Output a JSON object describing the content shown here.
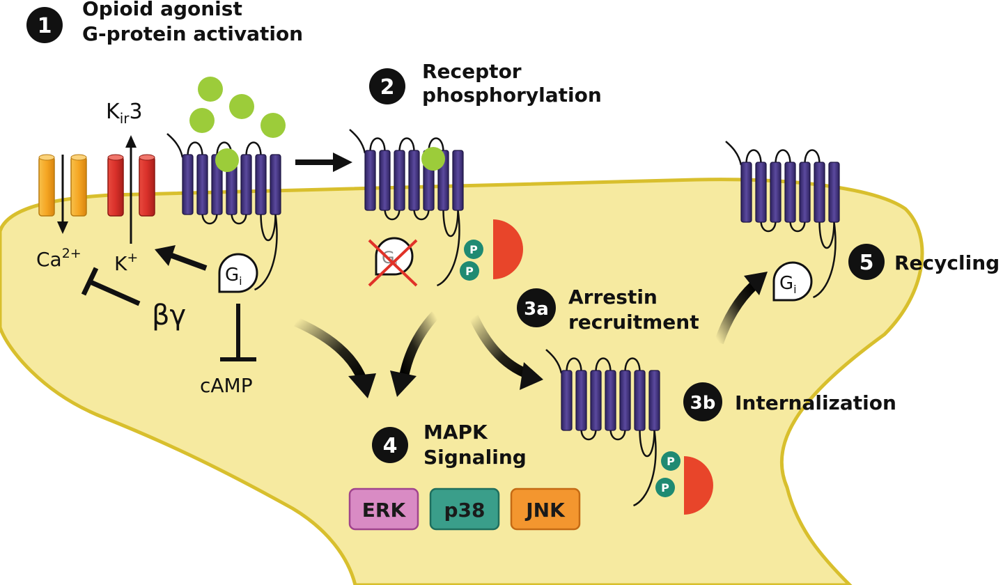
{
  "steps": {
    "s1": {
      "num": "1",
      "line1": "Opioid agonist",
      "line2": "G-protein activation"
    },
    "s2": {
      "num": "2",
      "line1": "Receptor",
      "line2": "phosphorylation"
    },
    "s3a": {
      "num": "3a",
      "line1": "Arrestin",
      "line2": "recruitment"
    },
    "s3b": {
      "num": "3b",
      "line1": "Internalization"
    },
    "s4": {
      "num": "4",
      "line1": "MAPK",
      "line2": "Signaling"
    },
    "s5": {
      "num": "5",
      "line1": "Recycling"
    }
  },
  "ions": {
    "kir_base": "K",
    "kir_sub": "ir",
    "kir_num": "3",
    "k_base": "K",
    "k_sup": "+",
    "ca_base": "Ca",
    "ca_sup": "2+",
    "camp": "cAMP",
    "beta_gamma": "βγ"
  },
  "gprotein": {
    "base": "G",
    "sub": "i"
  },
  "phospho": "P",
  "kinases": [
    {
      "label": "ERK",
      "fill": "#d98bc4",
      "stroke": "#a0448d"
    },
    {
      "label": "p38",
      "fill": "#3a9e8a",
      "stroke": "#1e6e5d"
    },
    {
      "label": "JNK",
      "fill": "#f3962f",
      "stroke": "#c46a14"
    }
  ],
  "colors": {
    "cell": "#f6eaa0",
    "membrane": "#d8bf2d",
    "receptor": "#4a3a86",
    "ligand": "#9ccc3a",
    "arrestin": "#e8452a",
    "phospho": "#1f8a72",
    "ca_channel": "#f5a623",
    "k_channel": "#d9302a"
  }
}
